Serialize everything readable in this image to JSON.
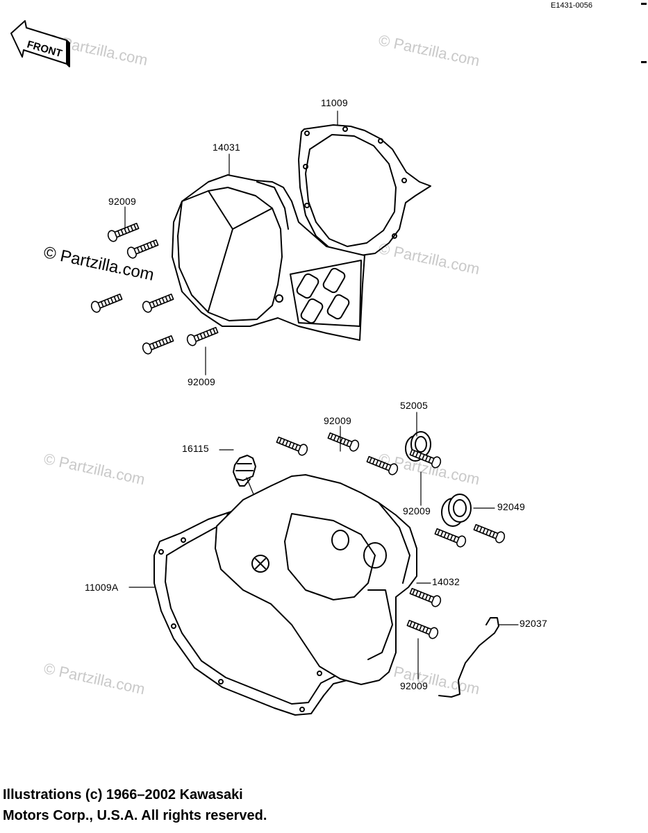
{
  "figure_ref": "E1431-0056",
  "front_label": "FRONT",
  "watermark": "© Partzilla.com",
  "labels": {
    "p11009": "11009",
    "p14031": "14031",
    "p92009_a": "92009",
    "p92009_b": "92009",
    "p52005": "52005",
    "p92009_c": "92009",
    "p16115": "16115",
    "p92009_d": "92009",
    "p92049": "92049",
    "p11009A": "11009A",
    "p14032": "14032",
    "p92037": "92037",
    "p92009_e": "92009"
  },
  "copyright": {
    "line1": "Illustrations (c) 1966–2002 Kawasaki",
    "line2": "Motors Corp., U.S.A.  All rights reserved."
  }
}
